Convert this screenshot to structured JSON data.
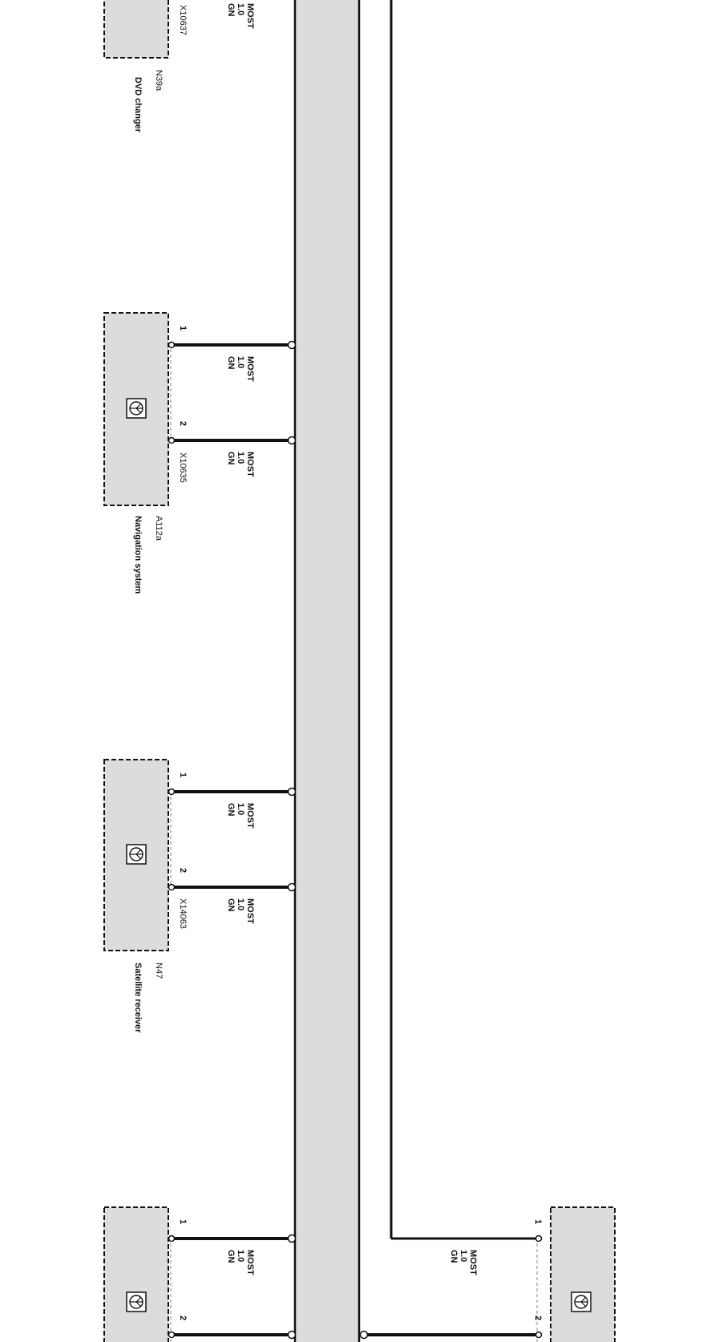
{
  "wire": {
    "bus": "MOST",
    "size": "1.0",
    "color": "GN"
  },
  "colors": {
    "bus_fill": "#dcdcdc",
    "module_fill": "#dcdcdc",
    "line": "#111111"
  },
  "modules": [
    {
      "id": "N39a",
      "name": "DVD changer",
      "connector": "X10637",
      "pins": []
    },
    {
      "id": "A112a",
      "name": "Navigation system",
      "connector": "X10635",
      "pins": [
        "1",
        "2"
      ]
    },
    {
      "id": "N47",
      "name": "Satellite receiver",
      "connector": "X14063",
      "pins": [
        "1",
        "2"
      ]
    },
    {
      "id": "",
      "name": "",
      "connector": "",
      "pins": [
        "1",
        "2"
      ]
    },
    {
      "id": "",
      "name": "",
      "connector": "",
      "pins": [
        "1",
        "2"
      ]
    }
  ],
  "icons": {
    "fiber_optic": "fiber-optic-icon"
  }
}
